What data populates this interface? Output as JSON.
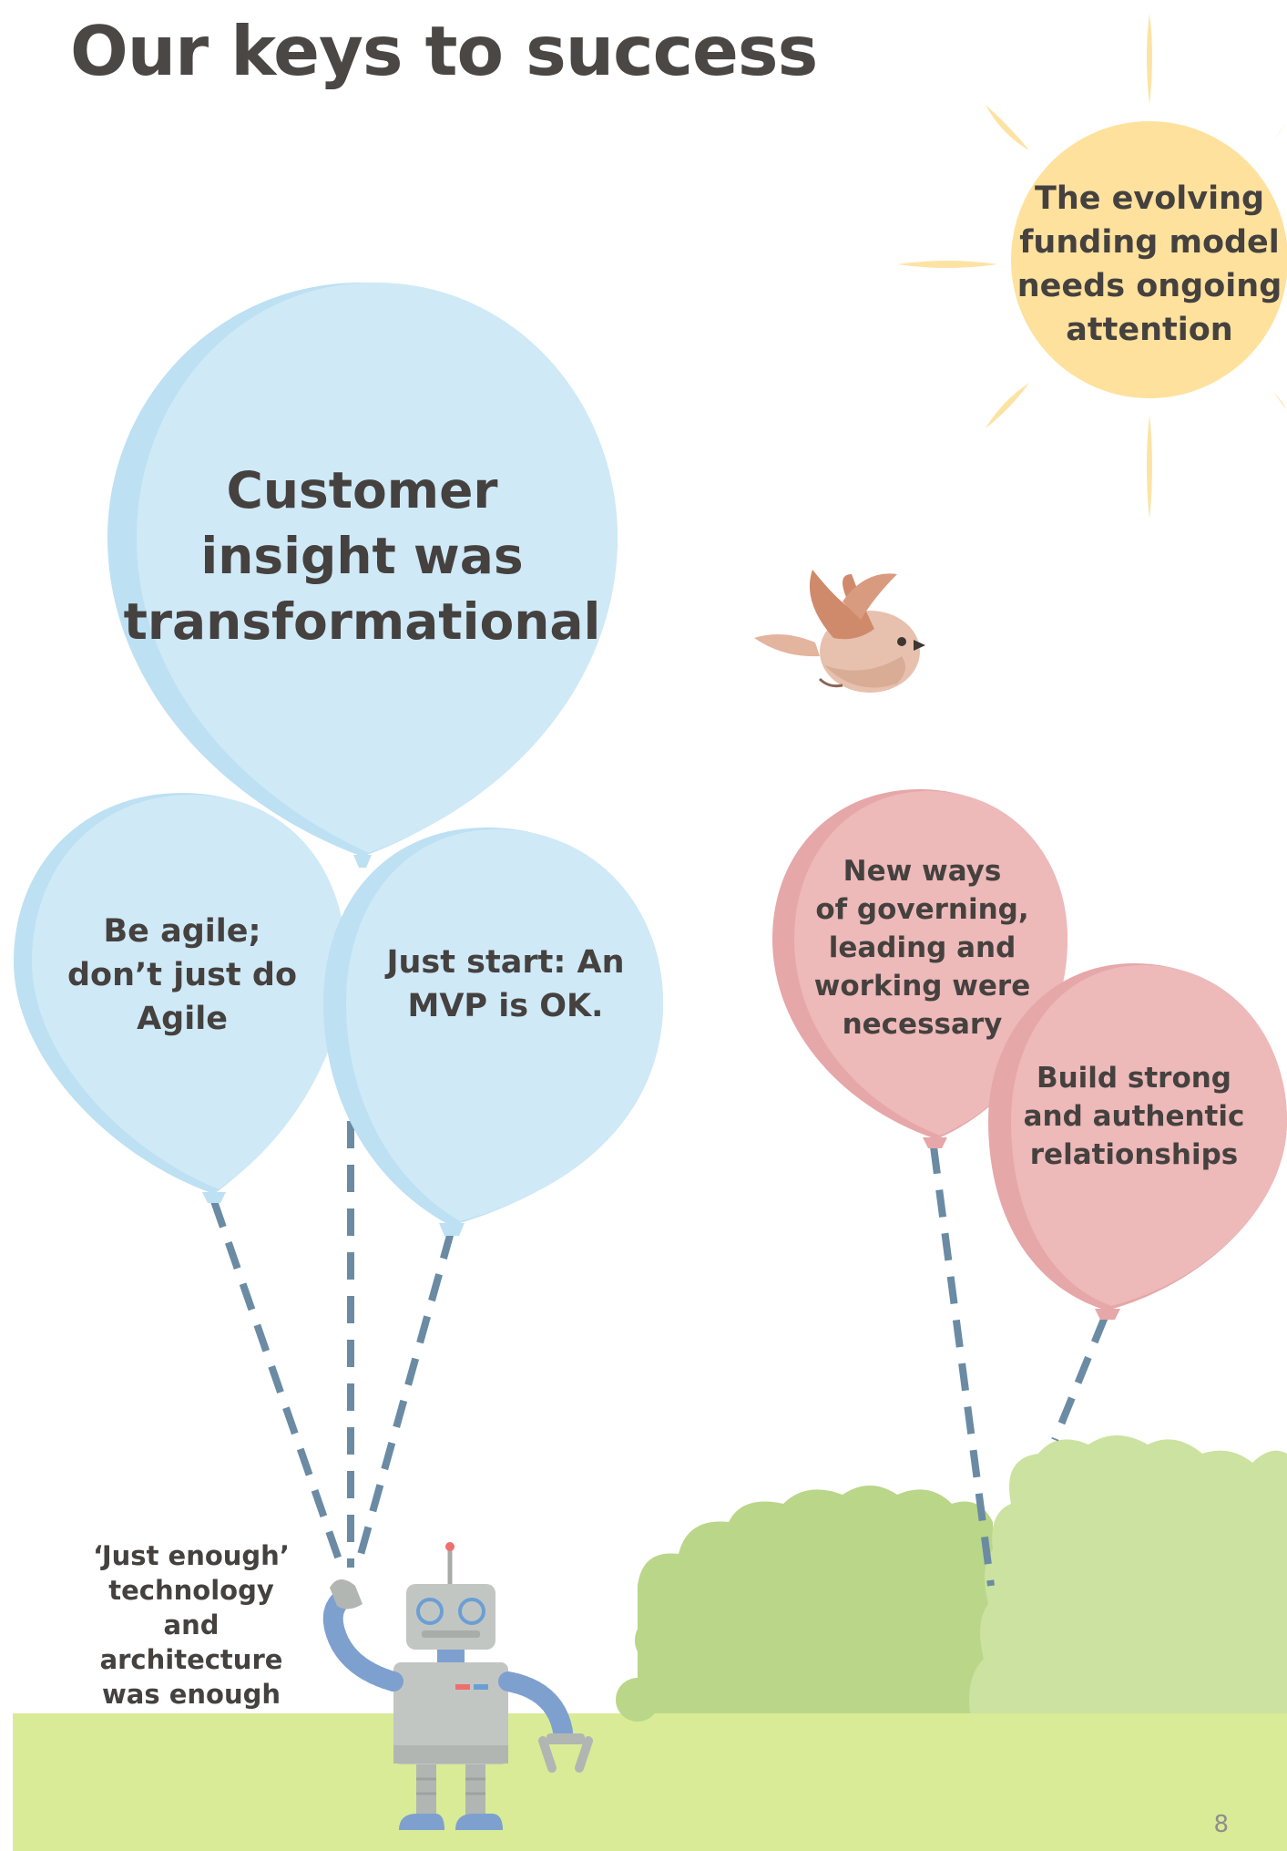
{
  "page": {
    "title": "Our keys to success",
    "page_number": "8"
  },
  "balloons": {
    "customer_insight": "Customer\ninsight was\ntransformational",
    "be_agile": "Be agile;\ndon’t just do\nAgile",
    "just_start": "Just start: An\nMVP is OK.",
    "new_ways": "New ways\nof governing,\nleading and\nworking were\nnecessary",
    "relationships": "Build strong\nand authentic\nrelationships"
  },
  "sun": {
    "text": "The evolving\nfunding model\nneeds ongoing\nattention"
  },
  "robot": {
    "caption": "‘Just enough’\ntechnology\nand architecture\nwas enough"
  },
  "colors": {
    "blue_balloon": "#cfe9f7",
    "blue_balloon_shade": "#bde0f3",
    "pink_balloon": "#edb9b9",
    "pink_balloon_shade": "#e6a7a8",
    "sun": "#fee19c",
    "sun_rays": "#fde3a3",
    "ground": "#d9eb96",
    "bush_dark": "#bad689",
    "bush_light": "#cce2a0",
    "string": "#6a8ba3",
    "text": "#45413f"
  },
  "icons": {
    "bird": "bird-icon",
    "robot": "robot-icon",
    "sun": "sun-icon"
  }
}
